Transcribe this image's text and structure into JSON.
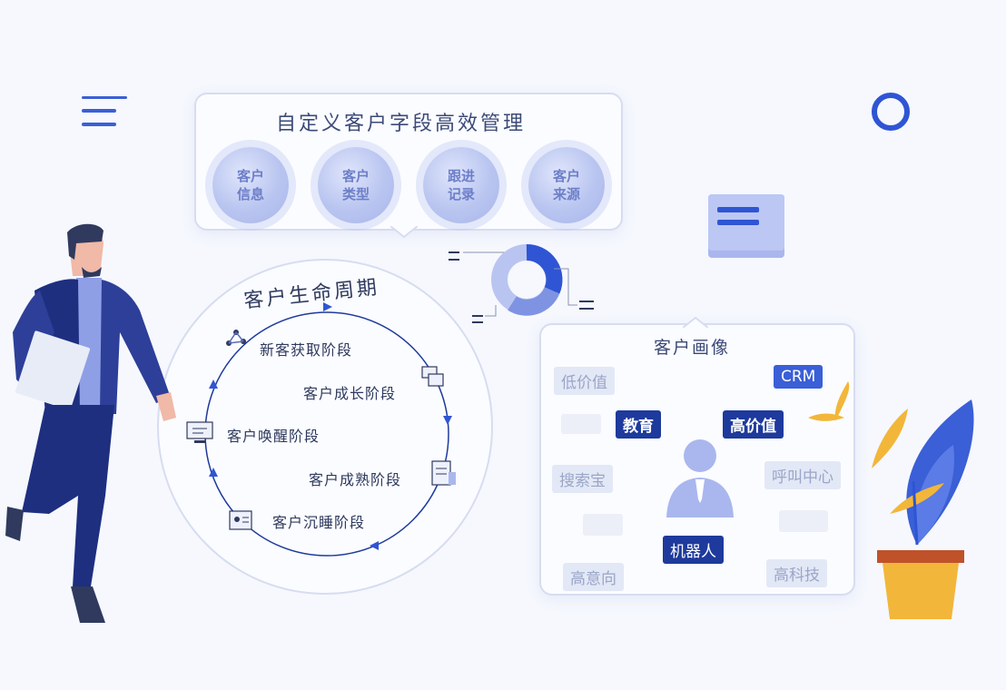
{
  "fields_card": {
    "title": "自定义客户字段高效管理",
    "fields": [
      "客户信息",
      "客户类型",
      "跟进记录",
      "客户来源"
    ]
  },
  "lifecycle": {
    "title": "客户生命周期",
    "stages": [
      "新客获取阶段",
      "客户成长阶段",
      "客户成熟阶段",
      "客户沉睡阶段",
      "客户唤醒阶段"
    ]
  },
  "portrait": {
    "title": "客户画像",
    "tags": {
      "low_value": "低价值",
      "crm": "CRM",
      "education": "教育",
      "high_value": "高价值",
      "search": "搜索宝",
      "call_center": "呼叫中心",
      "robot": "机器人",
      "high_intent": "高意向",
      "high_tech": "高科技"
    }
  },
  "colors": {
    "primary": "#1e3a9c",
    "accent": "#3a5fd6",
    "light": "#b9c5f0",
    "background": "#f6f8fe",
    "plant_yellow": "#f2b63a",
    "pot_orange": "#e8a23a"
  }
}
